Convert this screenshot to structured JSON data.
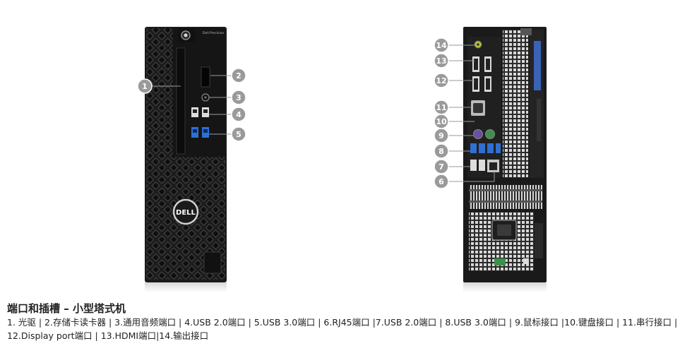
{
  "front_view": {
    "brand_logo": "DELL",
    "model_label": "Dell Precision",
    "callouts": [
      "1",
      "2",
      "3",
      "4",
      "5"
    ]
  },
  "rear_view": {
    "callouts": [
      "14",
      "13",
      "12",
      "11",
      "10",
      "9",
      "8",
      "7",
      "6"
    ]
  },
  "caption": {
    "title": "端口和插槽 – 小型塔式机",
    "body": "1. 光驱 | 2.存储卡读卡器 | 3.通用音频端口 | 4.USB 2.0端口 | 5.USB 3.0端口 | 6.RJ45端口 |7.USB 2.0端口 | 8.USB 3.0端口 | 9.鼠标接口 |10.键盘接口 | 11.串行接口 | 12.Display port端口 | 13.HDMI端口|14.输出接口"
  },
  "colors": {
    "callout_fill": "#9a9a9a",
    "chassis": "#1a1a1a",
    "usb3_blue": "#2f6fd1",
    "ps2_mouse": "#6b4fa0",
    "ps2_keyboard": "#3e8f4a",
    "audio_out": "#b8c23a"
  }
}
